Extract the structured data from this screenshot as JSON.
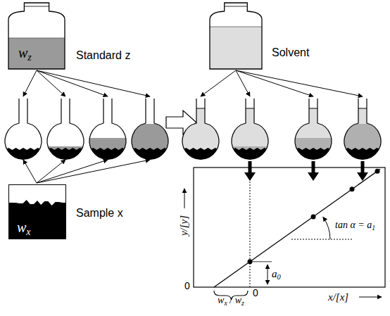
{
  "diagram": {
    "nodes": [
      {
        "text": [
          "wz",
          "Standard z"
        ]
      },
      {
        "text": [
          "wx",
          "Sample x"
        ]
      },
      {
        "text": [
          "Solvent"
        ]
      }
    ],
    "labels": [
      "y/[y]",
      "x/[x]",
      "tan α = a1",
      "a0",
      "0",
      "0",
      "wx / wz"
    ]
  }
}
